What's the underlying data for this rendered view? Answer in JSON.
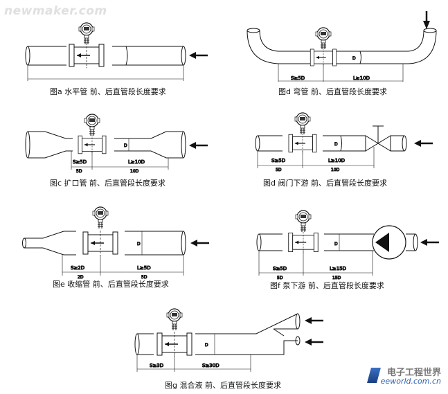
{
  "watermark": "newmaker.com",
  "logo": {
    "line1": "电子工程世界",
    "line2": "eeworld.com.cn"
  },
  "panels": {
    "a": {
      "caption": "图a 水平管   前、后直管段长度要求"
    },
    "b": {
      "caption": "图d 弯管   前、后直管段长度要求",
      "s_label": "S≥5D",
      "l_label": "L≥10D",
      "d_label": "D"
    },
    "c": {
      "caption": "图c 扩口管   前、后直管段长度要求",
      "s_label": "S≥5D",
      "s_sub": "5D",
      "l_label": "L≥10D",
      "l_sub": "10D",
      "d_label": "D"
    },
    "d": {
      "caption": "图d 阀门下游   前、后直管段长度要求",
      "s_label": "S≥5D",
      "s_sub": "5D",
      "l_label": "L≥10D",
      "l_sub": "10D",
      "d_label": "D"
    },
    "e": {
      "caption": "图e 收缩管   前、后直管段长度要求",
      "s_label": "S≥2D",
      "s_sub": "2D",
      "l_label": "L≥5D",
      "l_sub": "5D",
      "d_label": "D"
    },
    "f": {
      "caption": "图f 泵下游   前、后直管段长度要求",
      "s_label": "S≥5D",
      "s_sub": "5D",
      "l_label": "L≥15D",
      "l_sub": "15D",
      "d_label": "D"
    },
    "g": {
      "caption": "图g 混合液   前、后直管段长度要求",
      "s_label": "S≥3D",
      "l_label": "S≥30D",
      "d_label": "D"
    }
  }
}
